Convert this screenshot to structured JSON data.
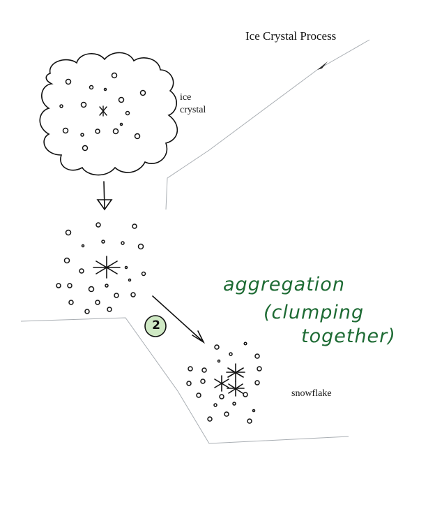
{
  "title": "Ice Crystal Process",
  "labels": {
    "ice_line1": "ice",
    "ice_line2": "crystal",
    "snowflake": "snowflake"
  },
  "annotation": {
    "line1": "aggregation",
    "line2": "(clumping",
    "line3": "together)"
  },
  "step_number": "2",
  "colors": {
    "ink": "#111111",
    "annotation_green": "#1e6b34",
    "badge_fill": "#cfe9c4",
    "fold_shadow": "#9aa0a6"
  },
  "icons": [
    "cloud-icon",
    "arrow-down-icon",
    "arrow-diagonal-icon",
    "ice-crystal-icon",
    "snowflake-icon"
  ]
}
